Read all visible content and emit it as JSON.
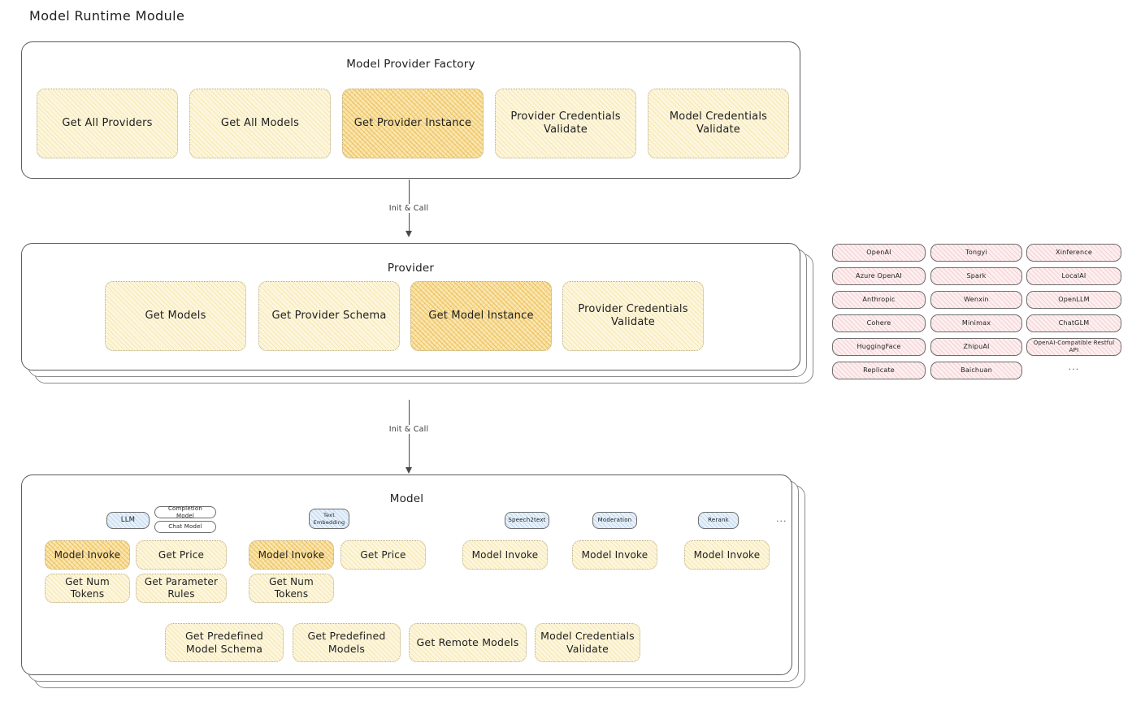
{
  "page": {
    "title": "Model Runtime Module"
  },
  "arrows": [
    {
      "label": "Init & Call"
    },
    {
      "label": "Init & Call"
    }
  ],
  "factory": {
    "title": "Model Provider Factory",
    "items": [
      {
        "label": "Get All Providers",
        "highlight": false
      },
      {
        "label": "Get All Models",
        "highlight": false
      },
      {
        "label": "Get Provider Instance",
        "highlight": true
      },
      {
        "label": "Provider Credentials Validate",
        "highlight": false
      },
      {
        "label": "Model Credentials Validate",
        "highlight": false
      }
    ]
  },
  "provider": {
    "title": "Provider",
    "items": [
      {
        "label": "Get Models",
        "highlight": false
      },
      {
        "label": "Get Provider Schema",
        "highlight": false
      },
      {
        "label": "Get Model Instance",
        "highlight": true
      },
      {
        "label": "Provider Credentials Validate",
        "highlight": false
      }
    ]
  },
  "provider_list": {
    "columns": [
      {
        "items": [
          "OpenAI",
          "Azure OpenAI",
          "Anthropic",
          "Cohere",
          "HuggingFace",
          "Replicate"
        ]
      },
      {
        "items": [
          "Tongyi",
          "Spark",
          "Wenxin",
          "Minimax",
          "ZhipuAI",
          "Baichuan"
        ]
      },
      {
        "items": [
          "Xinference",
          "LocalAI",
          "OpenLLM",
          "ChatGLM",
          "OpenAI-Compatible Restful API"
        ]
      }
    ],
    "more": "..."
  },
  "model": {
    "title": "Model",
    "more": "...",
    "types": [
      {
        "badge": "LLM",
        "sub_badges": [
          "Completion Model",
          "Chat Model"
        ],
        "methods": [
          "Model Invoke",
          "Get Price",
          "Get Num Tokens",
          "Get Parameter Rules"
        ],
        "highlight": "Model Invoke"
      },
      {
        "badge": "Text Embedding",
        "sub_badges": [],
        "methods": [
          "Model Invoke",
          "Get Price",
          "Get Num Tokens"
        ],
        "highlight": "Model Invoke"
      },
      {
        "badge": "Speech2text",
        "sub_badges": [],
        "methods": [
          "Model Invoke"
        ],
        "highlight": "Model Invoke"
      },
      {
        "badge": "Moderation",
        "sub_badges": [],
        "methods": [
          "Model Invoke"
        ],
        "highlight": "Model Invoke"
      },
      {
        "badge": "Rerank",
        "sub_badges": [],
        "methods": [
          "Model Invoke"
        ],
        "highlight": "Model Invoke"
      }
    ],
    "common_methods": [
      "Get Predefined Model Schema",
      "Get Predefined Models",
      "Get Remote Models",
      "Model Credentials Validate"
    ]
  },
  "colors": {
    "yellow_light": "#fdf6dd",
    "yellow_strong": "#fbe6ae",
    "pink": "#fdeff0",
    "blue": "#e6f1fb",
    "stroke": "#5c5c5c"
  }
}
